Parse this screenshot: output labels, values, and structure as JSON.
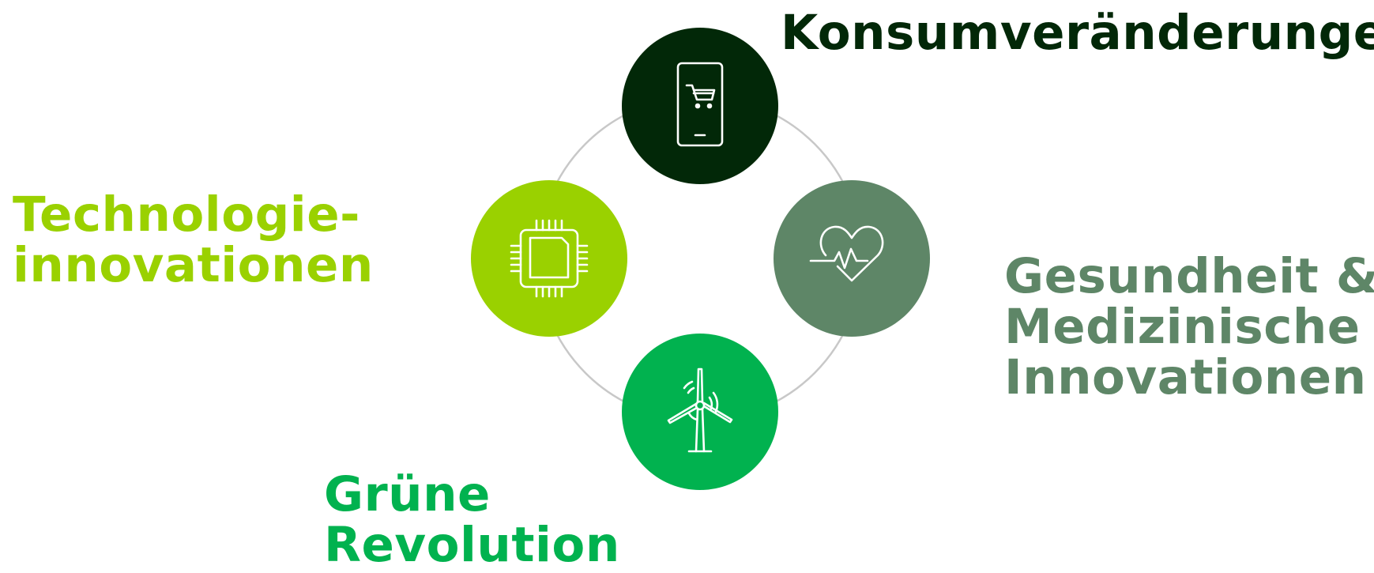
{
  "nodes": {
    "top": {
      "icon": "smartphone-cart-icon",
      "color": "#022808",
      "label_color": "#022808",
      "label_lines": [
        "Konsumveränderungen"
      ]
    },
    "left": {
      "icon": "microchip-icon",
      "color": "#9ad100",
      "label_color": "#9ad100",
      "label_lines": [
        "Technologie-",
        "innovationen"
      ]
    },
    "right": {
      "icon": "heart-pulse-icon",
      "color": "#5e8667",
      "label_color": "#5e8667",
      "label_lines": [
        "Gesundheit &",
        "Medizinische",
        "Innovationen"
      ]
    },
    "bottom": {
      "icon": "wind-turbine-icon",
      "color": "#01b24f",
      "label_color": "#01b24f",
      "label_lines": [
        "Grüne",
        "Revolution"
      ]
    }
  },
  "ring_color": "#c8c8c8"
}
